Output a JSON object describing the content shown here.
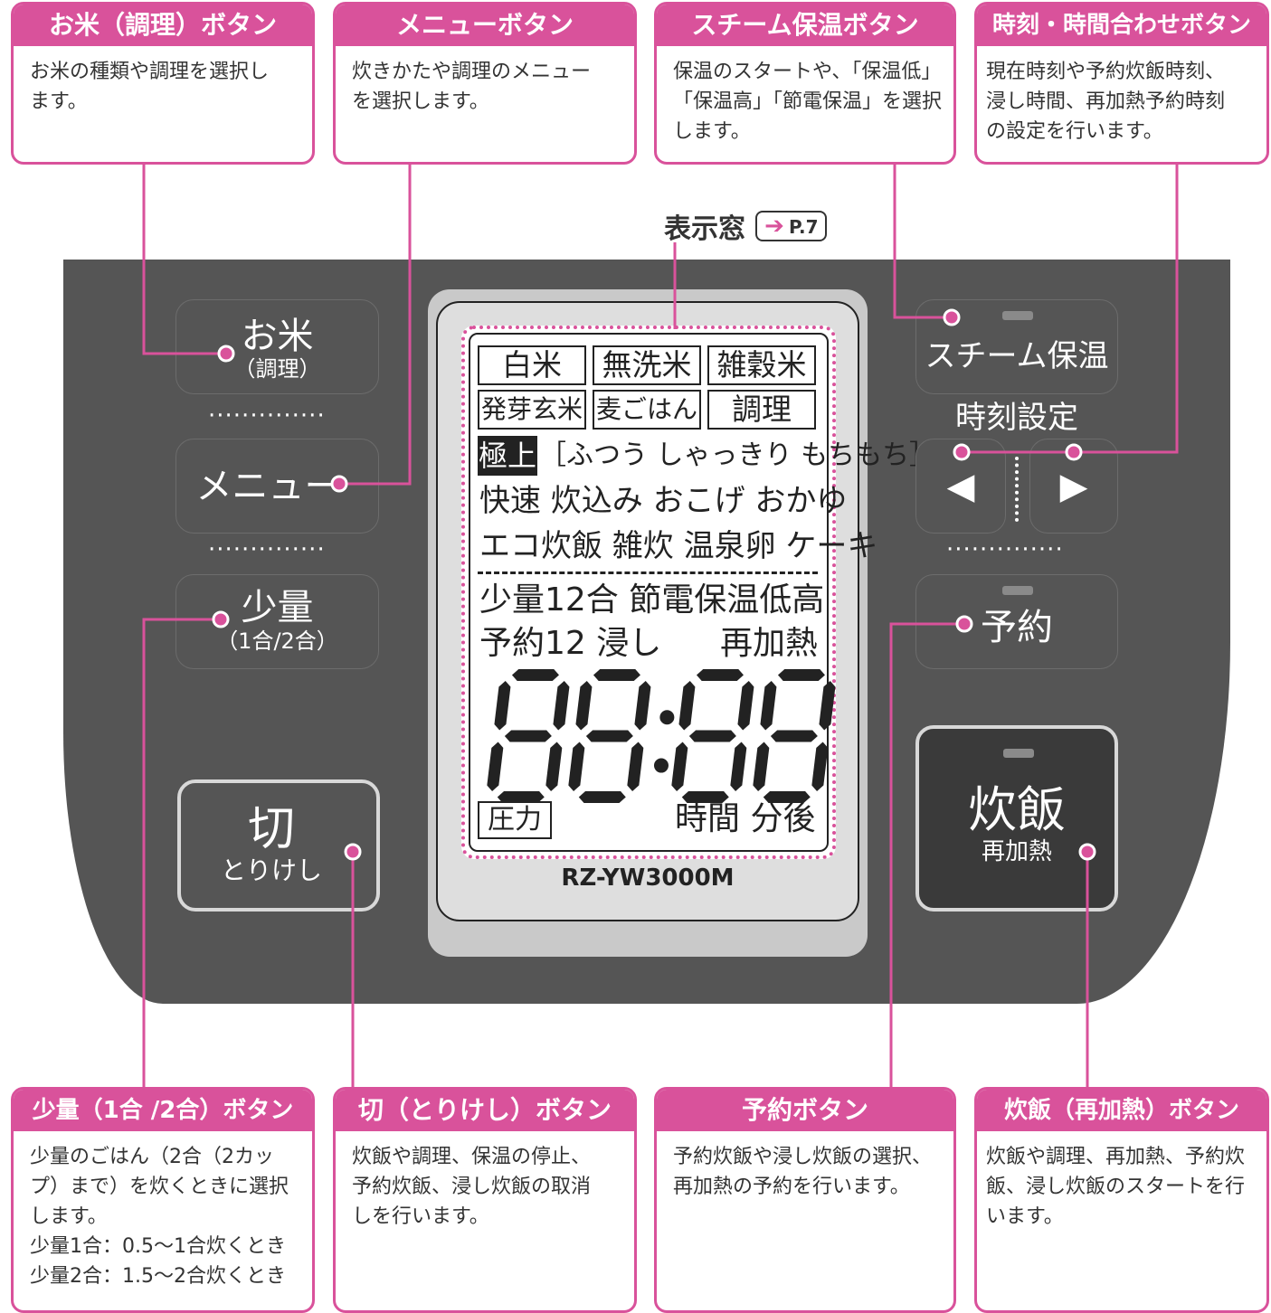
{
  "callouts_top": [
    {
      "title": "お米（調理）ボタン",
      "lines": [
        "お米の種類や調理を選択し",
        "ます。"
      ]
    },
    {
      "title": "メニューボタン",
      "lines": [
        "炊きかたや調理のメニュー",
        "を選択します。"
      ]
    },
    {
      "title": "スチーム保温ボタン",
      "lines": [
        "保温のスタートや、「保温低」",
        "「保温高」「節電保温」を選択",
        "します。"
      ]
    },
    {
      "title": "時刻・時間合わせボタン",
      "lines": [
        "現在時刻や予約炊飯時刻、",
        "浸し時間、再加熱予約時刻",
        "の設定を行います。"
      ]
    }
  ],
  "callouts_bottom": [
    {
      "title": "少量（1合 /2合）ボタン",
      "lines": [
        "少量のごはん（2合（2カッ",
        "プ）まで）を炊くときに選択",
        "します。",
        "少量1合：0.5〜1合炊くとき",
        "少量2合：1.5〜2合炊くとき"
      ]
    },
    {
      "title": "切（とりけし）ボタン",
      "lines": [
        "炊飯や調理、保温の停止、",
        "予約炊飯、浸し炊飯の取消",
        "しを行います。"
      ]
    },
    {
      "title": "予約ボタン",
      "lines": [
        "予約炊飯や浸し炊飯の選択、",
        "再加熱の予約を行います。"
      ]
    },
    {
      "title": "炊飯（再加熱）ボタン",
      "lines": [
        "炊飯や調理、再加熱、予約炊",
        "飯、浸し炊飯のスタートを行",
        "います。"
      ]
    }
  ],
  "display_label": {
    "text": "表示窓",
    "ref": "P.7"
  },
  "buttons": {
    "okome": {
      "main": "お米",
      "sub": "（調理）"
    },
    "menu": {
      "main": "メニュー"
    },
    "shouryou": {
      "main": "少量",
      "sub": "（1合/2合）"
    },
    "kiri": {
      "main": "切",
      "sub": "とりけし"
    },
    "steam": {
      "main": "スチーム保温"
    },
    "time_setting": {
      "label": "時刻設定",
      "left": "◀",
      "right": "▶"
    },
    "yoyaku": {
      "main": "予約"
    },
    "suihan": {
      "main": "炊飯",
      "sub": "再加熱"
    }
  },
  "lcd": {
    "row1": [
      "白米",
      "無洗米",
      "雑穀米"
    ],
    "row2": [
      "発芽玄米",
      "麦ごはん",
      "調理"
    ],
    "gokujo": "極上",
    "texture": "［ふつう しゃっきり もちもち］",
    "line4": "快速 炊込み おこげ おかゆ",
    "line5": "エコ炊飯 雑炊 温泉卵 ケーキ",
    "line6": "少量12合 節電保温低高",
    "line7a": "予約12 浸し",
    "line7b": "再加熱",
    "digits": "88:88",
    "pressure": "圧力",
    "time_units": "時間 分後"
  },
  "model": "RZ-YW3000M",
  "colors": {
    "accent": "#d9529b",
    "panel": "#555555",
    "suihan_button": "#3a3a3a"
  }
}
